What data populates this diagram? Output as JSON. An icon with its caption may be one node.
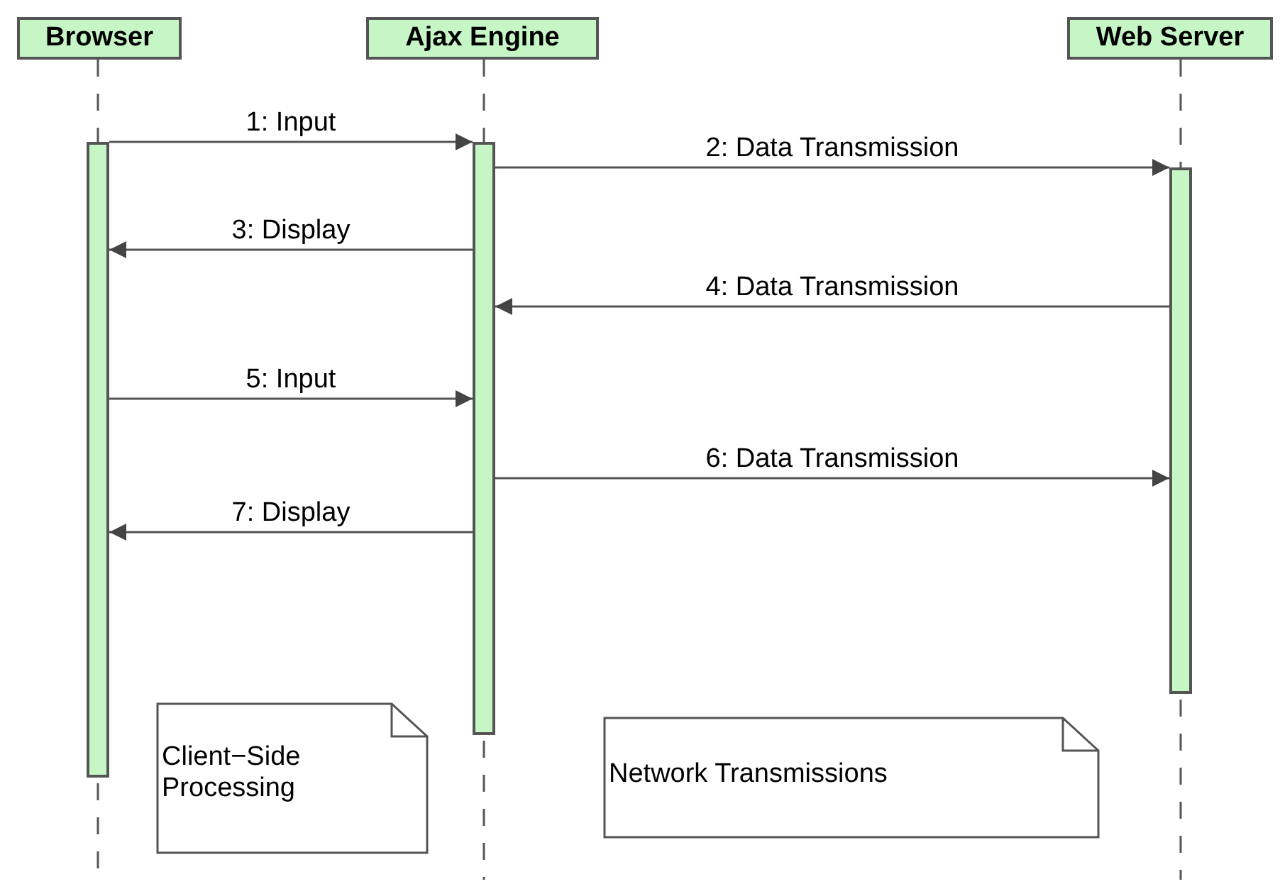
{
  "diagram": {
    "nodes": [
      {
        "text": [
          "Browser"
        ]
      },
      {
        "text": [
          "Ajax Engine"
        ]
      },
      {
        "text": [
          "Web Server"
        ]
      },
      {
        "text": [],
        "shape": "bar"
      },
      {
        "text": [],
        "shape": "bar"
      },
      {
        "text": [],
        "shape": "bar"
      },
      {
        "text": [
          "Client−Side Processing"
        ]
      },
      {
        "text": [
          "Network Transmissions"
        ]
      }
    ],
    "edges": [
      {
        "from": 0,
        "to": 3,
        "arrow": "none",
        "style": "dashed"
      },
      {
        "from": 1,
        "to": 4,
        "arrow": "none",
        "style": "dashed"
      },
      {
        "from": 2,
        "to": 5,
        "arrow": "none",
        "style": "dashed"
      },
      {
        "from": 3,
        "to": 4,
        "arrow": "to",
        "label": "1: Input"
      },
      {
        "from": 4,
        "to": 5,
        "arrow": "to",
        "label": "2: Data Transmission"
      },
      {
        "from": 4,
        "to": 3,
        "arrow": "to",
        "label": "3: Display"
      },
      {
        "from": 5,
        "to": 4,
        "arrow": "to",
        "label": "4: Data Transmission"
      },
      {
        "from": 3,
        "to": 4,
        "arrow": "to",
        "label": "5: Input"
      },
      {
        "from": 4,
        "to": 5,
        "arrow": "to",
        "label": "6: Data Transmission"
      },
      {
        "from": 4,
        "to": 3,
        "arrow": "to",
        "label": "7: Display"
      }
    ]
  }
}
